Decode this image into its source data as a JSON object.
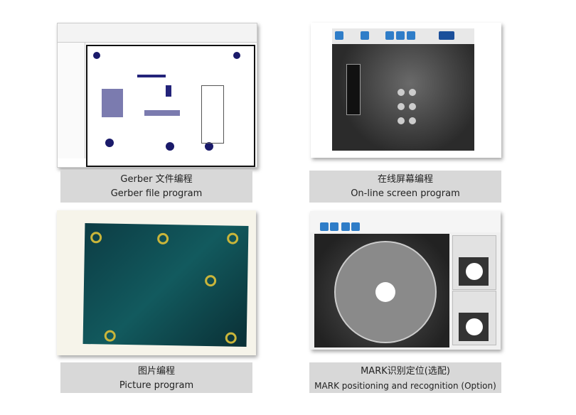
{
  "panels": [
    {
      "title_cn": "Gerber 文件编程",
      "title_en": "Gerber file program"
    },
    {
      "title_cn": "在线屏幕编程",
      "title_en": "On-line screen program"
    },
    {
      "title_cn": "图片编程",
      "title_en": "Picture program"
    },
    {
      "title_cn": "MARK识别定位(选配)",
      "title_en": "MARK positioning and recognition (Option)"
    }
  ]
}
